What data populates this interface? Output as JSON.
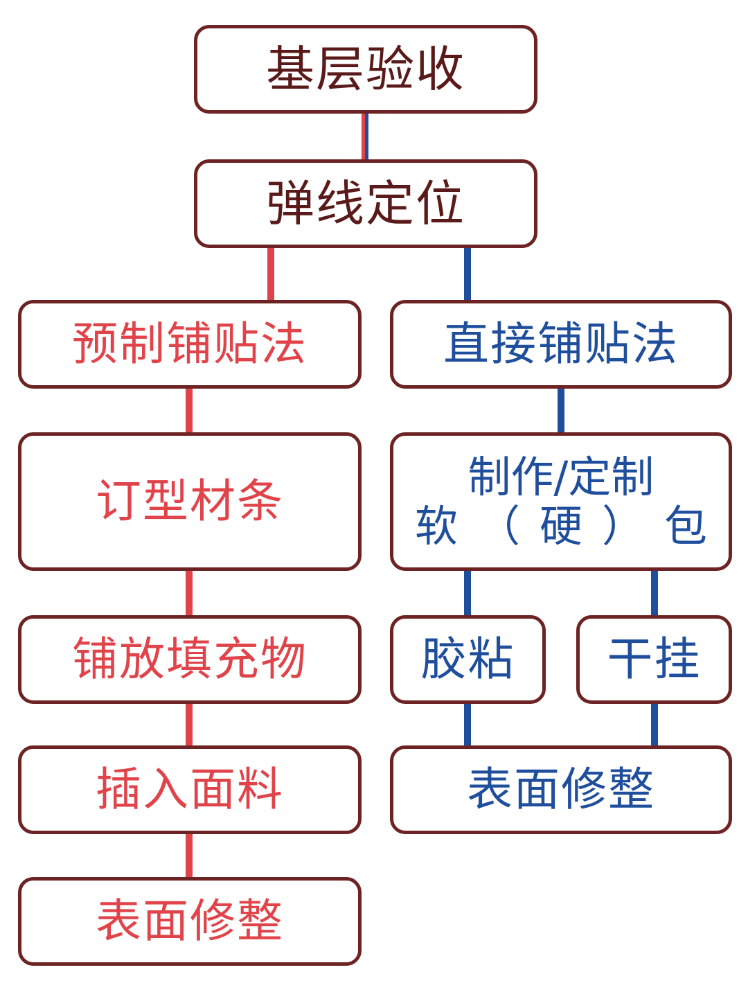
{
  "colors": {
    "border": "#6d2323",
    "common_text": "#5a1a1a",
    "prefab_branch": "#e0444a",
    "direct_branch": "#1f4e9c"
  },
  "steps": {
    "base_check": "基层验收",
    "layout_marking": "弹线定位"
  },
  "prefab": {
    "method": "预制铺贴法",
    "step1": "订型材条",
    "step2": "铺放填充物",
    "step3": "插入面料",
    "step4": "表面修整"
  },
  "direct": {
    "method": "直接铺贴法",
    "step1_line1": "制作/定制",
    "step1_line2": "软（硬）包",
    "glue": "胶粘",
    "hang": "干挂",
    "finish": "表面修整"
  }
}
